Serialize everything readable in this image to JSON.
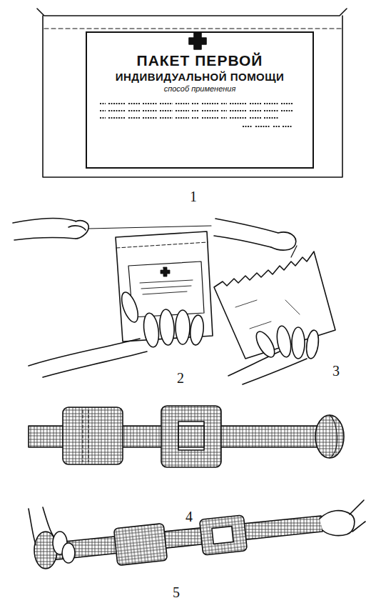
{
  "diagram": {
    "nodes": [
      {
        "text": [
          "ПАКЕТ ПЕРВОЙ",
          "ИНДИВИДУАЛЬНОЙ ПОМОЩИ",
          "способ применения"
        ]
      }
    ],
    "labels": [
      "1",
      "2",
      "3",
      "4",
      "5"
    ]
  }
}
